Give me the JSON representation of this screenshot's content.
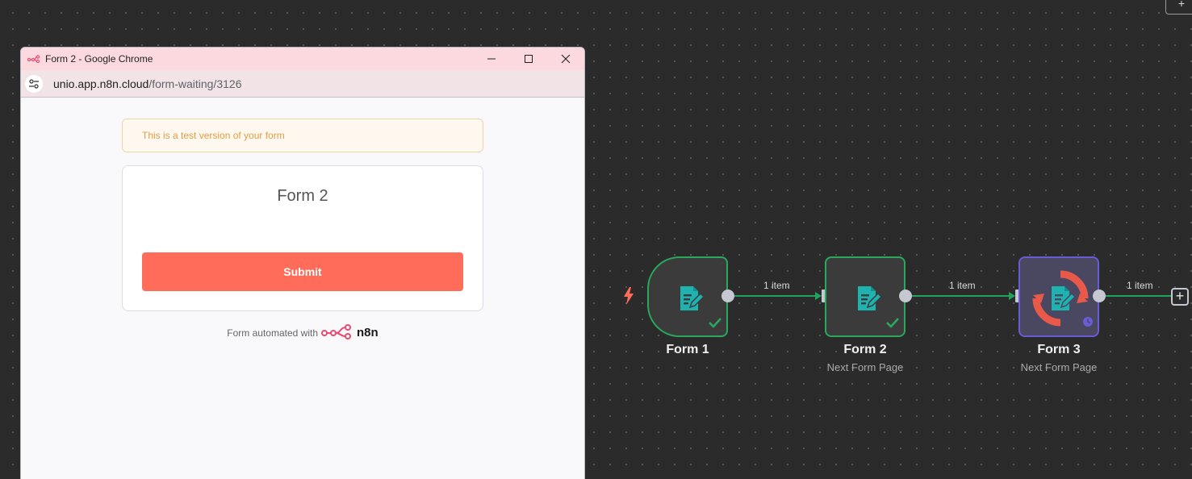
{
  "browser": {
    "window_title": "Form 2 - Google Chrome",
    "url_domain": "unio.app.n8n.cloud",
    "url_path": "/form-waiting/3126"
  },
  "form_page": {
    "test_banner": "This is a test version of your form",
    "form_title": "Form 2",
    "submit_label": "Submit",
    "footer_text": "Form automated with",
    "footer_brand": "n8n"
  },
  "canvas": {
    "corner_button": "+",
    "nodes": [
      {
        "title": "Form 1",
        "subtitle": "",
        "status": "success"
      },
      {
        "title": "Form 2",
        "subtitle": "Next Form Page",
        "status": "success"
      },
      {
        "title": "Form 3",
        "subtitle": "Next Form Page",
        "status": "waiting"
      }
    ],
    "connections": [
      {
        "label": "1 item"
      },
      {
        "label": "1 item"
      },
      {
        "label": "1 item"
      }
    ],
    "add_button": "+",
    "colors": {
      "success": "#2aa85e",
      "waiting": "#6a5bd6",
      "brand": "#ff6d5a",
      "form_icon": "#1fb3b0"
    }
  }
}
